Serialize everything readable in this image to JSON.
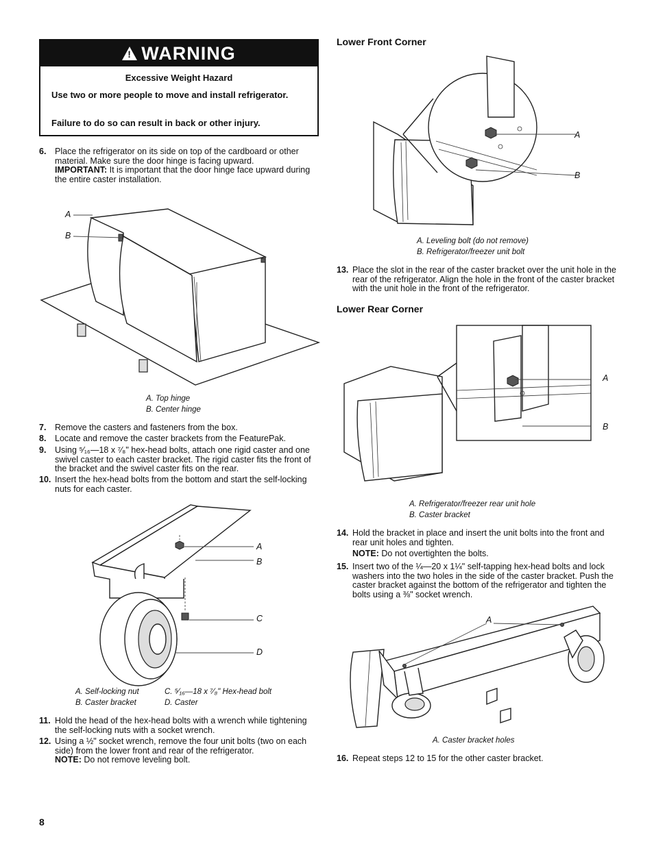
{
  "warning": {
    "banner": "WARNING",
    "title": "Excessive Weight Hazard",
    "line1": "Use two or more people to move and install refrigerator.",
    "line2": "Failure to do so can result in back or other injury."
  },
  "left": {
    "step6": {
      "num": "6.",
      "text": "Place the refrigerator on its side on top of the cardboard or other material. Make sure the door hinge is facing upward.",
      "important_label": "IMPORTANT:",
      "important_text": "It is important that the door hinge face upward during the entire caster installation."
    },
    "fig1": {
      "label_a": "A",
      "label_b": "B",
      "cap_a": "A. Top hinge",
      "cap_b": "B. Center hinge"
    },
    "step7": {
      "num": "7.",
      "text": "Remove the casters and fasteners from the box."
    },
    "step8": {
      "num": "8.",
      "text": "Locate and remove the caster brackets from the FeaturePak."
    },
    "step9": {
      "num": "9.",
      "text": "Using ⁵⁄₁₆—18 x ⁷⁄₈\" hex-head bolts, attach one rigid caster and one swivel caster to each caster bracket. The rigid caster fits the front of the bracket and the swivel caster fits on the rear."
    },
    "step10": {
      "num": "10.",
      "text": "Insert the hex-head bolts from the bottom and start the self-locking nuts for each caster."
    },
    "fig2": {
      "label_a": "A",
      "label_b": "B",
      "label_c": "C",
      "label_d": "D",
      "cap_a": "A. Self-locking nut",
      "cap_b": "B. Caster bracket",
      "cap_c": "C. ⁵⁄₁₆—18 x ⁷⁄₈\" Hex-head bolt",
      "cap_d": "D. Caster"
    },
    "step11": {
      "num": "11.",
      "text": "Hold the head of the hex-head bolts with a wrench while tightening the self-locking nuts with a socket wrench."
    },
    "step12": {
      "num": "12.",
      "text": "Using a ½\" socket wrench, remove the four unit bolts (two on each side) from the lower front and rear of the refrigerator.",
      "note_label": "NOTE:",
      "note_text": "Do not remove leveling bolt."
    }
  },
  "right": {
    "heading_front": "Lower Front Corner",
    "fig3": {
      "label_a": "A",
      "label_b": "B",
      "cap_a": "A. Leveling bolt (do not remove)",
      "cap_b": "B. Refrigerator/freezer unit bolt"
    },
    "step13": {
      "num": "13.",
      "text": "Place the slot in the rear of the caster bracket over the unit hole in the rear of the refrigerator. Align the hole in the front of the caster bracket with the unit hole in the front of the refrigerator."
    },
    "heading_rear": "Lower Rear Corner",
    "fig4": {
      "label_a": "A",
      "label_b": "B",
      "cap_a": "A. Refrigerator/freezer rear unit hole",
      "cap_b": "B. Caster bracket"
    },
    "step14": {
      "num": "14.",
      "text": "Hold the bracket in place and insert the unit bolts into the front and rear unit holes and tighten.",
      "note_label": "NOTE:",
      "note_text": "Do not overtighten the bolts."
    },
    "step15": {
      "num": "15.",
      "text": "Insert two of the ¼—20 x 1¼\" self-tapping hex-head bolts and lock washers into the two holes in the side of the caster bracket. Push the caster bracket against the bottom of the refrigerator and tighten the bolts using a ⅜\" socket wrench."
    },
    "fig5": {
      "label_a": "A",
      "cap_a": "A. Caster bracket holes"
    },
    "step16": {
      "num": "16.",
      "text": "Repeat steps 12 to 15 for the other caster bracket."
    }
  },
  "page_number": "8"
}
